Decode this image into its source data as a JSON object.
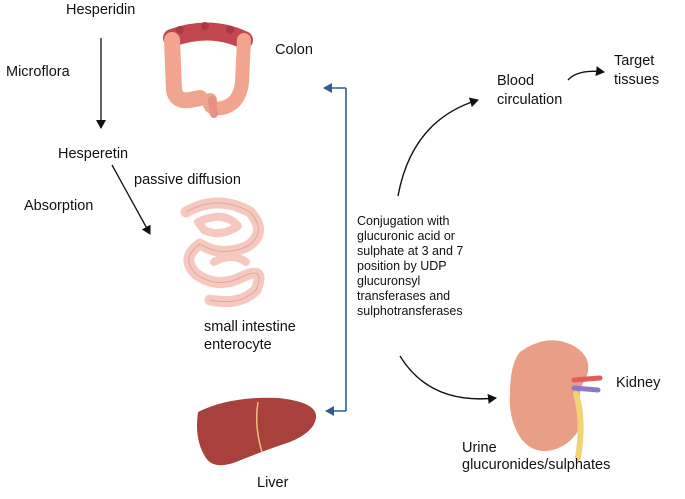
{
  "labels": {
    "hesperidin": "Hesperidin",
    "microflora": "Microflora",
    "hesperetin": "Hesperetin",
    "passive_diffusion": "passive diffusion",
    "absorption": "Absorption",
    "colon": "Colon",
    "small_intestine_line1": "small intestine",
    "small_intestine_line2": "enterocyte",
    "liver": "Liver",
    "blood_line1": "Blood",
    "blood_line2": "circulation",
    "target_line1": "Target",
    "target_line2": "tissues",
    "kidney": "Kidney",
    "urine_line1": "Urine",
    "urine_line2": "glucuronides/sulphates"
  },
  "conjugation_note": [
    "Conjugation with",
    "glucuronic acid or",
    "sulphate at 3 and 7",
    "position by UDP",
    "glucuronsyl",
    "transferases and",
    "sulphotransferases"
  ],
  "colors": {
    "arrow_dark": "#111111",
    "arrow_blue": "#2f5d8f",
    "colon_dark": "#c24750",
    "colon_light": "#f1a48e",
    "intestine": "#f6c9c0",
    "liver": "#a8403c",
    "kidney": "#e99e86",
    "ureter": "#f0d374",
    "artery": "#e85a5a",
    "vein": "#8e7ac4"
  },
  "icons": [
    "colon-icon",
    "small-intestine-icon",
    "liver-icon",
    "kidney-icon"
  ]
}
